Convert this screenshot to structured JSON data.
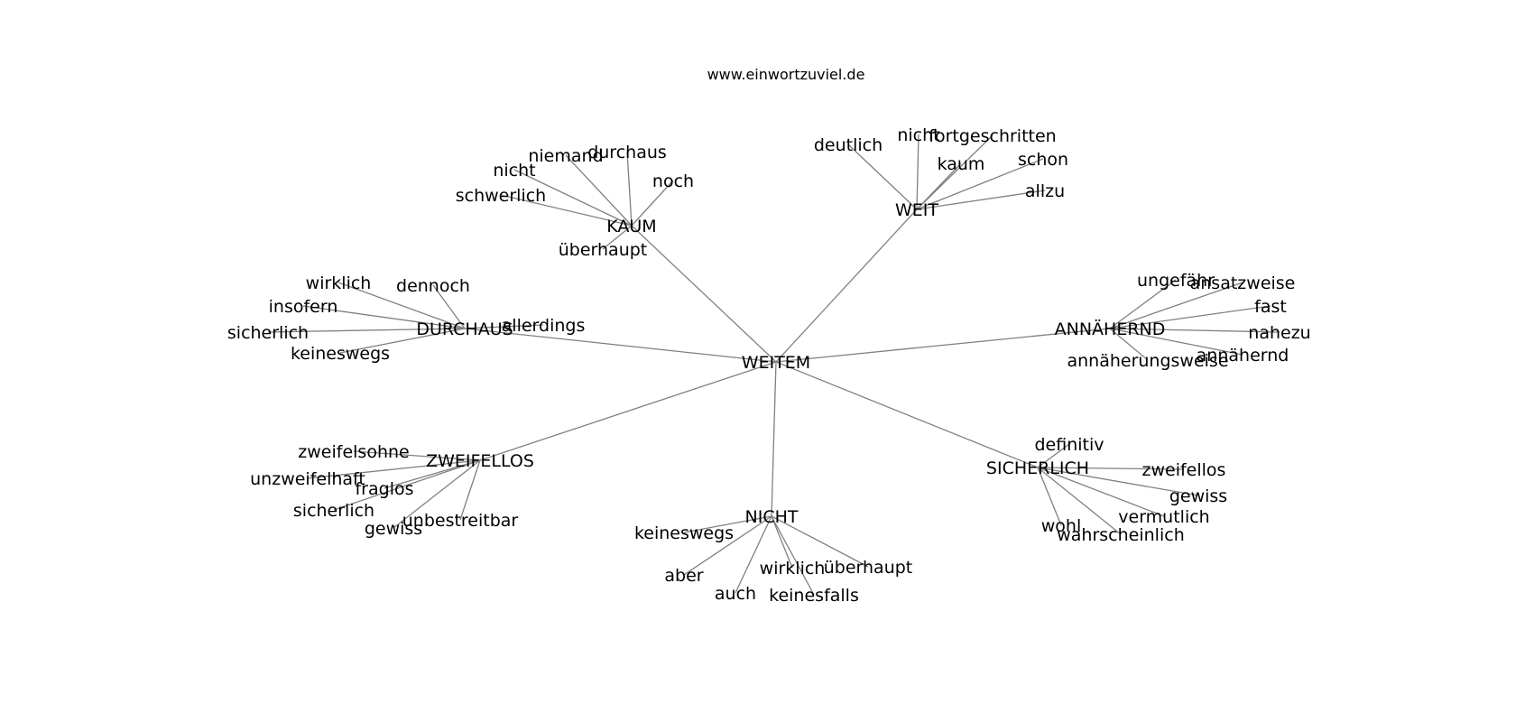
{
  "title": "www.einwortzuviel.de",
  "root": "WEITEM",
  "groups": [
    {
      "hub": "KAUM",
      "words": [
        "niemand",
        "durchaus",
        "nicht",
        "noch",
        "schwerlich",
        "überhaupt"
      ]
    },
    {
      "hub": "WEIT",
      "words": [
        "deutlich",
        "nicht",
        "fortgeschritten",
        "kaum",
        "schon",
        "allzu"
      ]
    },
    {
      "hub": "DURCHAUS",
      "words": [
        "wirklich",
        "dennoch",
        "insofern",
        "allerdings",
        "sicherlich",
        "keineswegs"
      ]
    },
    {
      "hub": "ANNÄHERND",
      "words": [
        "ungefähr",
        "ansatzweise",
        "fast",
        "nahezu",
        "annähernd",
        "annäherungsweise"
      ]
    },
    {
      "hub": "ZWEIFELLOS",
      "words": [
        "zweifelsohne",
        "unzweifelhaft",
        "fraglos",
        "sicherlich",
        "unbestreitbar",
        "gewiss"
      ]
    },
    {
      "hub": "SICHERLICH",
      "words": [
        "definitiv",
        "zweifellos",
        "gewiss",
        "vermutlich",
        "wohl",
        "wahrscheinlich"
      ]
    },
    {
      "hub": "NICHT",
      "words": [
        "keineswegs",
        "überhaupt",
        "wirklich",
        "aber",
        "auch",
        "keinesfalls"
      ]
    }
  ]
}
